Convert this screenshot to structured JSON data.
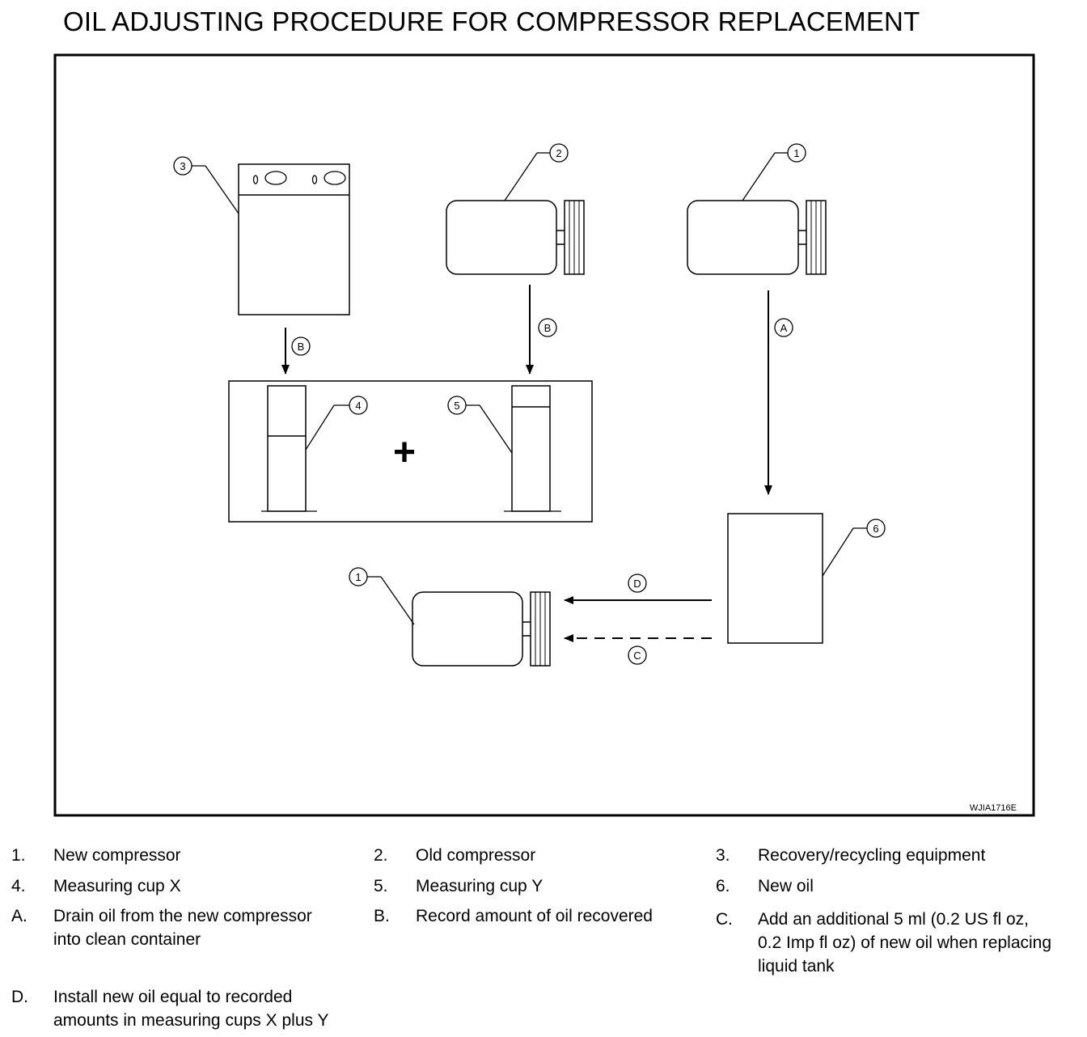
{
  "title": "OIL ADJUSTING PROCEDURE FOR COMPRESSOR REPLACEMENT",
  "figure_code": "WJIA1716E",
  "callouts": {
    "c1_top": "1",
    "c2": "2",
    "c3": "3",
    "c4": "4",
    "c5": "5",
    "c6": "6",
    "c1_bottom": "1",
    "arrow_b_left": "B",
    "arrow_b_mid": "B",
    "arrow_a": "A",
    "arrow_d": "D",
    "arrow_c": "C",
    "plus": "+"
  },
  "legend": {
    "n1": {
      "key": "1.",
      "text": "New compressor"
    },
    "n2": {
      "key": "2.",
      "text": "Old compressor"
    },
    "n3": {
      "key": "3.",
      "text": "Recovery/recycling equipment"
    },
    "n4": {
      "key": "4.",
      "text": "Measuring cup X"
    },
    "n5": {
      "key": "5.",
      "text": "Measuring cup Y"
    },
    "n6": {
      "key": "6.",
      "text": "New oil"
    },
    "a": {
      "key": "A.",
      "line1": "Drain oil from the new compressor",
      "line2": "into clean container"
    },
    "b": {
      "key": "B.",
      "text": "Record amount of oil recovered"
    },
    "c": {
      "key": "C.",
      "line1": "Add an additional 5 ml (0.2 US fl oz,",
      "line2": "0.2 Imp fl oz) of new oil when replacing",
      "line3": "liquid tank"
    },
    "d": {
      "key": "D.",
      "line1": "Install new oil equal to recorded",
      "line2": "amounts in measuring cups X plus Y"
    }
  }
}
